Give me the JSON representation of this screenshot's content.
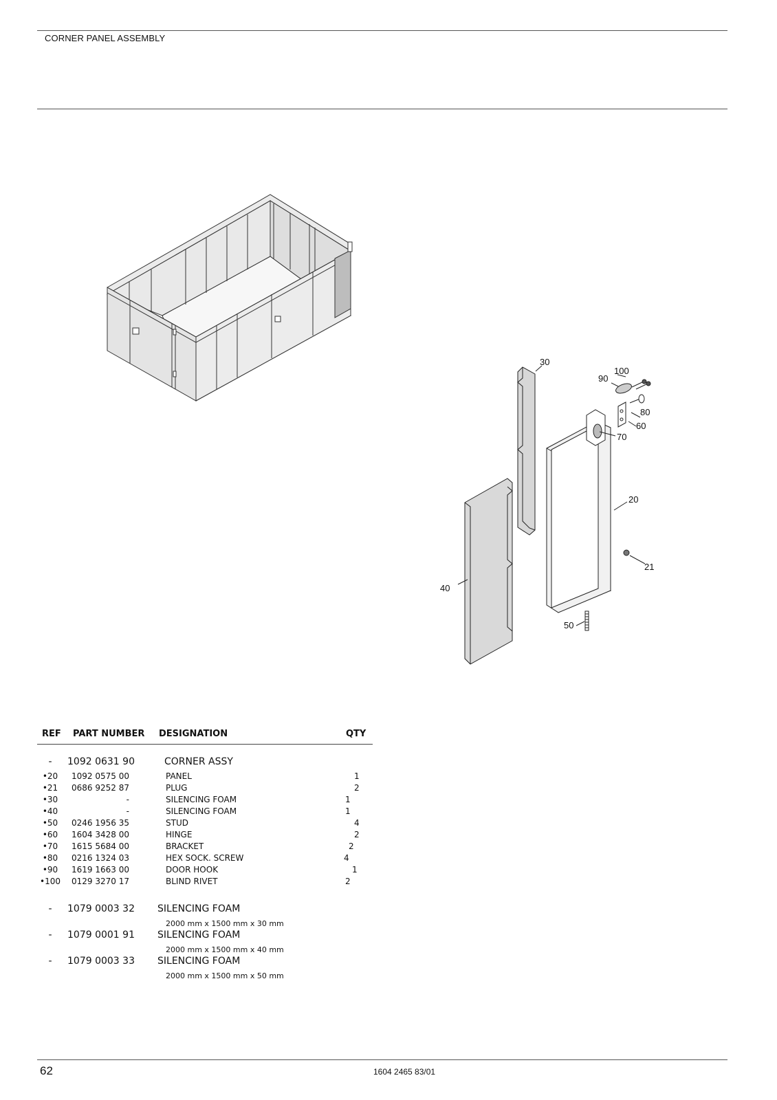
{
  "header": {
    "title": "CORNER PANEL ASSEMBLY"
  },
  "callouts": [
    "30",
    "100",
    "90",
    "80",
    "60",
    "70",
    "20",
    "21",
    "40",
    "50"
  ],
  "table": {
    "headers": {
      "ref": "REF",
      "part_number": "PART NUMBER",
      "designation": "DESIGNATION",
      "qty": "QTY"
    },
    "main": {
      "ref": "-",
      "part_number": "1092 0631 90",
      "designation": "CORNER ASSY"
    },
    "rows": [
      {
        "ref": "•20",
        "part_number": "1092 0575 00",
        "designation": "PANEL",
        "qty": "1"
      },
      {
        "ref": "•21",
        "part_number": "0686 9252 87",
        "designation": "PLUG",
        "qty": "2"
      },
      {
        "ref": "•30",
        "part_number": "-",
        "designation": "SILENCING FOAM",
        "qty": "1"
      },
      {
        "ref": "•40",
        "part_number": "-",
        "designation": "SILENCING FOAM",
        "qty": "1"
      },
      {
        "ref": "•50",
        "part_number": "0246 1956 35",
        "designation": "STUD",
        "qty": "4"
      },
      {
        "ref": "•60",
        "part_number": "1604 3428 00",
        "designation": "HINGE",
        "qty": "2"
      },
      {
        "ref": "•70",
        "part_number": "1615 5684 00",
        "designation": "BRACKET",
        "qty": "2"
      },
      {
        "ref": "•80",
        "part_number": "0216 1324 03",
        "designation": "HEX SOCK. SCREW",
        "qty": "4"
      },
      {
        "ref": "•90",
        "part_number": "1619 1663 00",
        "designation": "DOOR HOOK",
        "qty": "1"
      },
      {
        "ref": "•100",
        "part_number": "0129 3270 17",
        "designation": "BLIND RIVET",
        "qty": "2"
      }
    ],
    "foams": [
      {
        "ref": "-",
        "part_number": "1079 0003 32",
        "designation": "SILENCING FOAM",
        "size": "2000 mm x 1500 mm x 30 mm"
      },
      {
        "ref": "-",
        "part_number": "1079 0001 91",
        "designation": "SILENCING FOAM",
        "size": "2000 mm x 1500 mm x 40 mm"
      },
      {
        "ref": "-",
        "part_number": "1079 0003 33",
        "designation": "SILENCING FOAM",
        "size": "2000 mm x 1500 mm x 50 mm"
      }
    ]
  },
  "footer": {
    "page": "62",
    "doc_number": "1604 2465 83/01"
  }
}
